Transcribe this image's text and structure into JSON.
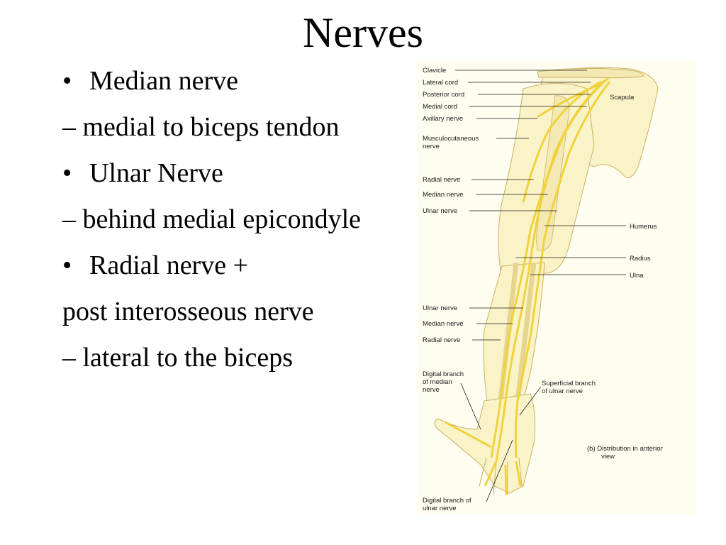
{
  "slide": {
    "title": "Nerves",
    "lines": [
      {
        "bullet": "•",
        "text": "Median nerve"
      },
      {
        "bullet": "",
        "text": "– medial to biceps tendon"
      },
      {
        "bullet": "•",
        "text": "Ulnar Nerve"
      },
      {
        "bullet": "",
        "text": "– behind medial epicondyle"
      },
      {
        "bullet": "•",
        "text": "Radial nerve +"
      },
      {
        "bullet": "",
        "text": "post interosseous nerve"
      },
      {
        "bullet": "",
        "text": "– lateral to the biceps"
      }
    ]
  },
  "figure": {
    "labels": {
      "clavicle": "Clavicle",
      "lateral_cord": "Lateral cord",
      "posterior_cord": "Posterior cord",
      "medial_cord": "Medial cord",
      "axillary_nerve": "Axillary nerve",
      "musculocutaneous_1": "Musculocutaneous",
      "musculocutaneous_2": "nerve",
      "scapula": "Scapula",
      "radial_nerve_upper": "Radial nerve",
      "median_nerve_upper": "Median nerve",
      "ulnar_nerve_upper": "Ulnar nerve",
      "humerus": "Humerus",
      "radius": "Radius",
      "ulna": "Ulna",
      "ulnar_nerve_lower": "Ulnar nerve",
      "median_nerve_lower": "Median nerve",
      "radial_nerve_lower": "Radial nerve",
      "digital_median_1": "Digital branch",
      "digital_median_2": "of median",
      "digital_median_3": "nerve",
      "superficial_ulnar_1": "Superficial branch",
      "superficial_ulnar_2": "of ulnar nerve",
      "caption_1": "(b) Distribution in anterior",
      "caption_2": "view",
      "digital_ulnar_1": "Digital branch of",
      "digital_ulnar_2": "ulnar nerve"
    },
    "colors": {
      "background": "#fffdf0",
      "skin": "#fbf3c8",
      "bone": "#f5e9b3",
      "nerve": "#f0d23c",
      "outline": "#c9b060"
    }
  }
}
